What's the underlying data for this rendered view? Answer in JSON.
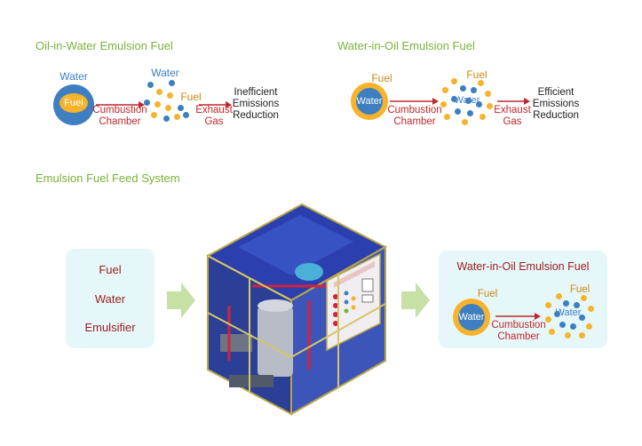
{
  "oil_in_water": {
    "title": "Oil-in-Water Emulsion Fuel",
    "outer_label": "Water",
    "inner_label": "Fuel",
    "arrow1_label": "Cumbustion\nChamber",
    "dots_label_top": "Water",
    "dots_label_side": "Fuel",
    "arrow2_label": "Exhaust\nGas",
    "result": "Inefficient\nEmissions\nReduction"
  },
  "water_in_oil": {
    "title": "Water-in-Oil Emulsion Fuel",
    "outer_label": "Fuel",
    "inner_label": "Water",
    "arrow1_label": "Cumbustion\nChamber",
    "dots_label_top": "Fuel",
    "dots_label_center": "Water",
    "arrow2_label": "Exhaust\nGas",
    "result": "Efficient\nEmissions\nReduction"
  },
  "feed_system": {
    "title": "Emulsion Fuel Feed System",
    "inputs": [
      "Fuel",
      "Water",
      "Emulsifier"
    ],
    "output_title": "Water-in-Oil Emulsion Fuel",
    "output_outer_label": "Fuel",
    "output_inner_label": "Water",
    "output_arrow_label": "Cumbustion\nChamber",
    "output_dots_top": "Fuel",
    "output_dots_center": "Water"
  },
  "colors": {
    "title_green": "#7ab23a",
    "water_blue": "#3d7fc1",
    "fuel_yellow": "#f7b32b",
    "arrow_red": "#c0282d",
    "panel_bg": "#e6f7f9",
    "arrow_green": "#c6e0a6"
  },
  "icons": [
    "right-arrow-icon",
    "machine-illustration"
  ]
}
